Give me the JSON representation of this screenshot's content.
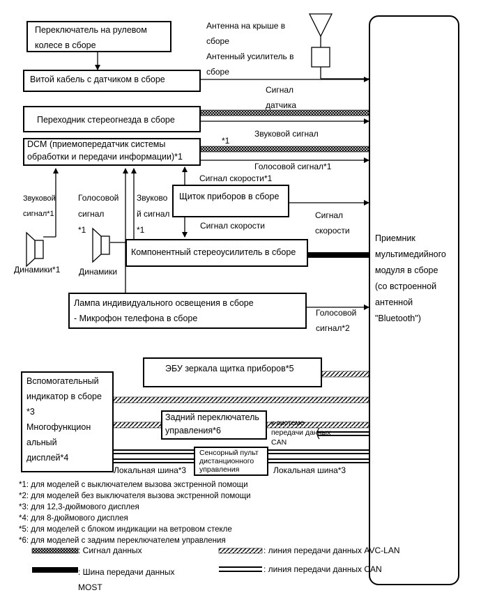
{
  "blocks": {
    "steering_switch": [
      "Переключатель на рулевом",
      "колесе в сборе"
    ],
    "spiral_cable": "Витой кабель с датчиком в сборе",
    "stereo_jack": "Переходник стереогнезда в сборе",
    "dcm": [
      "DCM (приемопередатчик системы",
      "обработки и передачи информации)*1"
    ],
    "meter": "Щиток приборов в сборе",
    "amplifier": "Компонентный стереоусилитель в сборе",
    "lamp": [
      "Лампа индивидуального освещения в сборе",
      "- Микрофон телефона в сборе"
    ],
    "ecu_mirror": "ЭБУ зеркала щитка приборов*5",
    "sub_display": [
      "Вспомогательный",
      "индикатор в сборе",
      "*3",
      "Многофункцион",
      "альный",
      "дисплей*4"
    ],
    "rear_switch": [
      "Задний переключатель",
      "управления*6"
    ],
    "touch_pad": [
      "Сенсорный пульт",
      "дистанционного",
      "управления"
    ],
    "receiver": [
      "Приемник",
      "мультимедийного",
      "модуля в сборе",
      "(со встроенной",
      "антенной",
      "\"Bluetooth\")"
    ]
  },
  "labels": {
    "antenna": [
      "Антенна на крыше в",
      "сборе"
    ],
    "antenna_amp": [
      "Антенный усилитель в",
      "сборе"
    ],
    "sensor_signal": [
      "Сигнал",
      "датчика"
    ],
    "audio_signal": "Звуковой сигнал",
    "note1_mark": "*1",
    "voice_signal_1": "Голосовой сигнал*1",
    "speed_signal_1": "Сигнал скорости*1",
    "speed_signal_right": [
      "Сигнал",
      "скорости"
    ],
    "speed_signal_down": "Сигнал скорости",
    "speaker_audio": [
      "Звуковой",
      "сигнал*1"
    ],
    "speaker_label_left": "Динамики*1",
    "voice_signal_mid": [
      "Голосовой",
      "сигнал",
      "*1"
    ],
    "audio_signal_mid": [
      "Звуково",
      "й сигнал",
      "*1"
    ],
    "speaker_label_mid": "Динамики",
    "voice_signal_2": [
      "Голосовой",
      "сигнал*2"
    ],
    "to_can": [
      "к системе",
      "передачи данных",
      "CAN"
    ],
    "local_bus_left": "Локальная шина*3",
    "local_bus_right": "Локальная шина*3"
  },
  "notes": [
    "*1: для моделей с выключателем вызова экстренной помощи",
    "*2: для моделей без выключателя вызова экстренной помощи",
    "*3: для 12,3-дюймового дисплея",
    "*4: для 8-дюймового дисплея",
    "*5: для моделей с блоком индикации на ветровом стекле",
    "*6: для моделей с задним переключателем управления"
  ],
  "legend": {
    "signal": ": Сигнал данных",
    "avc": ": линия передачи данных AVC-LAN",
    "most": [
      ": Шина передачи данных",
      "MOST"
    ],
    "can": ": линия передачи данных CAN"
  }
}
